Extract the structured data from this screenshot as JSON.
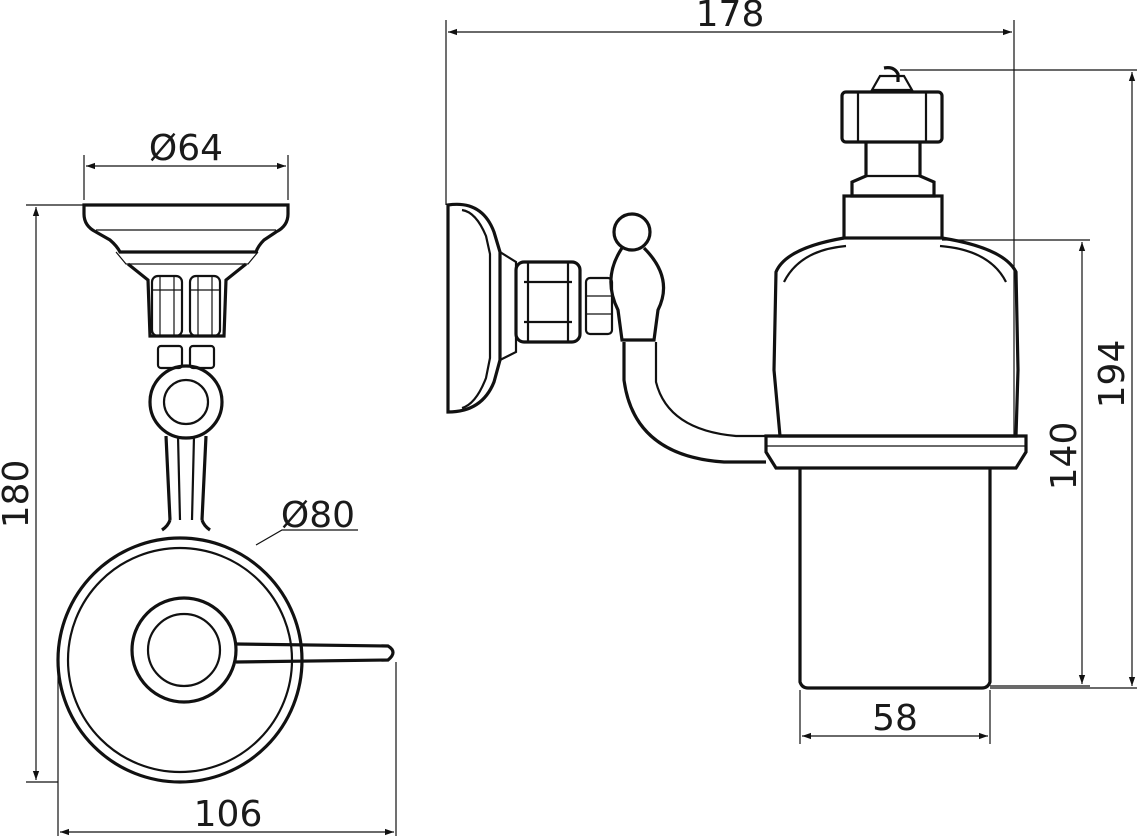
{
  "dimensions": {
    "left_cup_diameter": "Ø64",
    "left_height": "180",
    "left_flange_diameter": "Ø80",
    "left_width": "106",
    "right_length": "178",
    "right_total_height": "194",
    "right_container_height": "140",
    "right_container_width": "58"
  },
  "colors": {
    "line": "#111111",
    "background": "#ffffff"
  }
}
